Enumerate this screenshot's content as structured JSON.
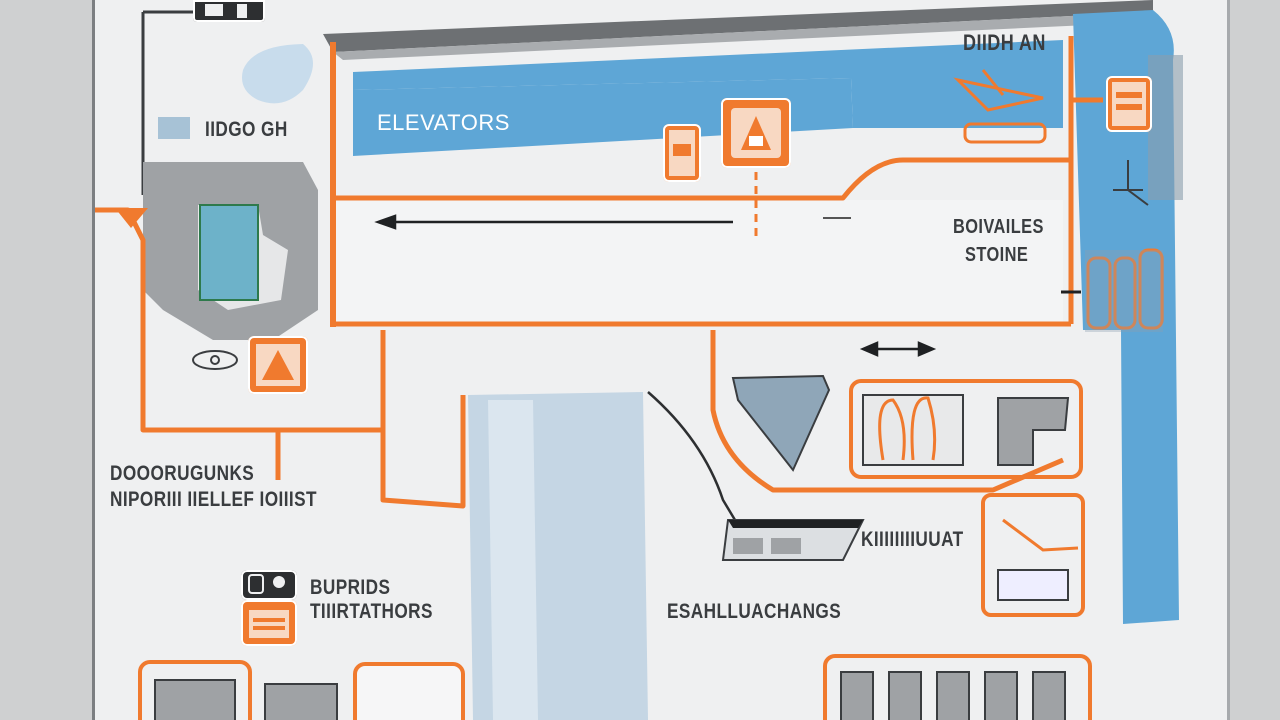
{
  "map": {
    "labels": {
      "elevators": "ELEVATORS",
      "top_right": "DIIDH AN",
      "left_upper": "IIDGO GH",
      "right_mid_line1": "BOIVAILES",
      "right_mid_line2": "STOINE",
      "left_lower_line1": "DOOORUGUNKS",
      "left_lower_line2": "NIPORIII IIELLEF IOIIIST",
      "legend_line1": "BUPRIDS",
      "legend_line2": "TIIIRTATHORS",
      "center_right": "KIIIIIIIIUUAT",
      "center_bottom": "ESAHLLUACHANGS"
    },
    "icons": [
      "elevator-icon",
      "warning-icon",
      "sign-icon",
      "airplane-icon",
      "restroom-icon",
      "info-icon"
    ],
    "colors": {
      "route": "#f07a2e",
      "water": "#5ea6d6",
      "building": "#9fa2a5",
      "path": "#e2e4e6",
      "background": "#eff0f1"
    }
  }
}
